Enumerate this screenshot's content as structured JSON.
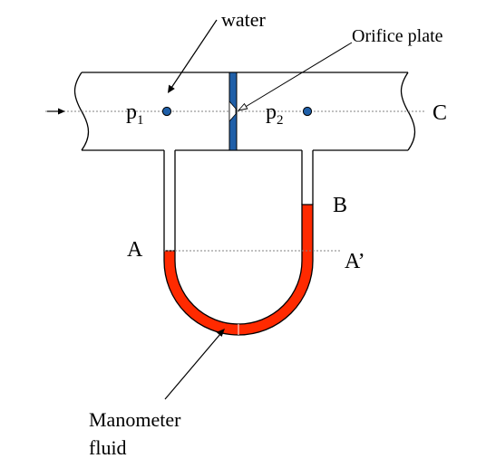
{
  "labels": {
    "water": "water",
    "orifice_plate": "Orifice plate",
    "p1_base": "p",
    "p1_sub": "1",
    "p2_base": "p",
    "p2_sub": "2",
    "point_c": "C",
    "point_b": "B",
    "point_a": "A",
    "point_a_prime": "A’",
    "manometer_line1": "Manometer",
    "manometer_line2": "fluid"
  },
  "colors": {
    "manometer_fluid": "#ff2a00",
    "orifice_plate": "#1f5fa8",
    "pressure_tap": "#1f5fa8",
    "outline": "#000000",
    "centerline": "#808080"
  }
}
